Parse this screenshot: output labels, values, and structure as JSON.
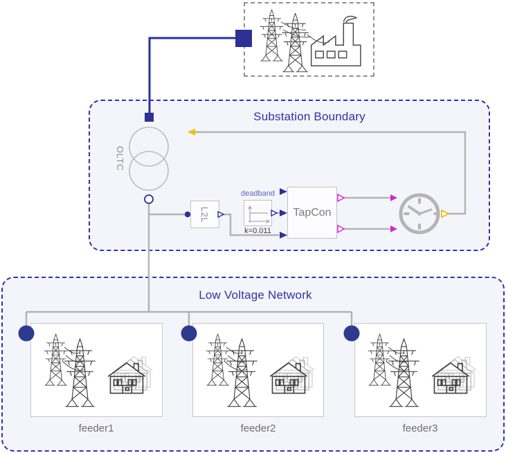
{
  "colors": {
    "navy": "#2e3192",
    "wire_gray": "#b3b3b3",
    "magenta": "#c92fc9",
    "yellow": "#e9c515",
    "region_fill": "#f4f4fb",
    "title_text": "#32329b"
  },
  "grid": {
    "icon": "transmission-grid-and-factory-icon"
  },
  "substation": {
    "title": "Substation Boundary",
    "transformer": {
      "label": "OLTC",
      "icon": "two-winding-transformer-icon"
    },
    "l2l": {
      "label": "L2L"
    },
    "deadband": {
      "label": "deadband",
      "param": "k=0.011",
      "icon": "constant-block-icon"
    },
    "tapcon": {
      "label": "TapCon"
    },
    "clock": {
      "icon": "clock-icon"
    }
  },
  "lv": {
    "title": "Low Voltage Network",
    "feeders": [
      {
        "label": "feeder1",
        "icon": "feeder-towers-and-house-icon"
      },
      {
        "label": "feeder2",
        "icon": "feeder-towers-and-house-icon"
      },
      {
        "label": "feeder3",
        "icon": "feeder-towers-and-house-icon"
      }
    ]
  }
}
